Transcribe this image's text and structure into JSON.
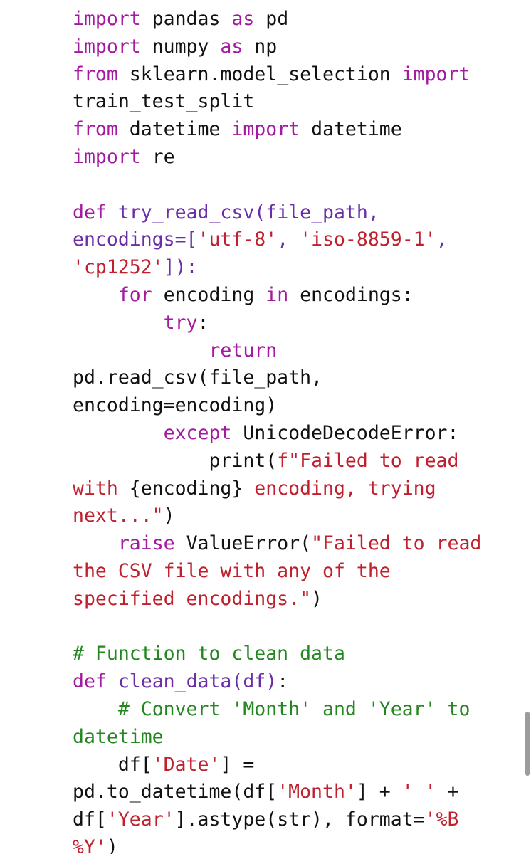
{
  "code_lines": [
    [
      {
        "t": "kw",
        "v": "import"
      },
      {
        "t": "plain",
        "v": " pandas "
      },
      {
        "t": "kw",
        "v": "as"
      },
      {
        "t": "plain",
        "v": " pd"
      }
    ],
    [
      {
        "t": "kw",
        "v": "import"
      },
      {
        "t": "plain",
        "v": " numpy "
      },
      {
        "t": "kw",
        "v": "as"
      },
      {
        "t": "plain",
        "v": " np"
      }
    ],
    [
      {
        "t": "kw",
        "v": "from"
      },
      {
        "t": "plain",
        "v": " sklearn.model_selection "
      },
      {
        "t": "kw",
        "v": "import"
      }
    ],
    [
      {
        "t": "plain",
        "v": "train_test_split"
      }
    ],
    [
      {
        "t": "kw",
        "v": "from"
      },
      {
        "t": "plain",
        "v": " datetime "
      },
      {
        "t": "kw",
        "v": "import"
      },
      {
        "t": "plain",
        "v": " datetime"
      }
    ],
    [
      {
        "t": "kw",
        "v": "import"
      },
      {
        "t": "plain",
        "v": " re"
      }
    ],
    [],
    [
      {
        "t": "kw",
        "v": "def"
      },
      {
        "t": "plain",
        "v": " "
      },
      {
        "t": "def",
        "v": "try_read_csv(file_path,"
      }
    ],
    [
      {
        "t": "def",
        "v": "encodings=["
      },
      {
        "t": "str",
        "v": "'utf-8'"
      },
      {
        "t": "def",
        "v": ", "
      },
      {
        "t": "str",
        "v": "'iso-8859-1'"
      },
      {
        "t": "def",
        "v": ","
      }
    ],
    [
      {
        "t": "str",
        "v": "'cp1252'"
      },
      {
        "t": "def",
        "v": "]):"
      }
    ],
    [
      {
        "t": "plain",
        "v": "    "
      },
      {
        "t": "kw",
        "v": "for"
      },
      {
        "t": "plain",
        "v": " encoding "
      },
      {
        "t": "kw",
        "v": "in"
      },
      {
        "t": "plain",
        "v": " encodings:"
      }
    ],
    [
      {
        "t": "plain",
        "v": "        "
      },
      {
        "t": "kw",
        "v": "try"
      },
      {
        "t": "plain",
        "v": ":"
      }
    ],
    [
      {
        "t": "plain",
        "v": "            "
      },
      {
        "t": "kw",
        "v": "return"
      }
    ],
    [
      {
        "t": "plain",
        "v": "pd.read_csv(file_path,"
      }
    ],
    [
      {
        "t": "plain",
        "v": "encoding=encoding)"
      }
    ],
    [
      {
        "t": "plain",
        "v": "        "
      },
      {
        "t": "kw",
        "v": "except"
      },
      {
        "t": "plain",
        "v": " UnicodeDecodeError:"
      }
    ],
    [
      {
        "t": "plain",
        "v": "            print("
      },
      {
        "t": "str",
        "v": "f\"Failed to read"
      }
    ],
    [
      {
        "t": "str",
        "v": "with "
      },
      {
        "t": "plain",
        "v": "{encoding}"
      },
      {
        "t": "str",
        "v": " encoding, trying"
      }
    ],
    [
      {
        "t": "str",
        "v": "next...\""
      },
      {
        "t": "plain",
        "v": ")"
      }
    ],
    [
      {
        "t": "plain",
        "v": "    "
      },
      {
        "t": "kw",
        "v": "raise"
      },
      {
        "t": "plain",
        "v": " ValueError("
      },
      {
        "t": "str",
        "v": "\"Failed to read"
      }
    ],
    [
      {
        "t": "str",
        "v": "the CSV file with any of the"
      }
    ],
    [
      {
        "t": "str",
        "v": "specified encodings.\""
      },
      {
        "t": "plain",
        "v": ")"
      }
    ],
    [],
    [
      {
        "t": "com",
        "v": "# Function to clean data"
      }
    ],
    [
      {
        "t": "kw",
        "v": "def"
      },
      {
        "t": "plain",
        "v": " "
      },
      {
        "t": "def",
        "v": "clean_data(df)"
      },
      {
        "t": "plain",
        "v": ":"
      }
    ],
    [
      {
        "t": "plain",
        "v": "    "
      },
      {
        "t": "com",
        "v": "# Convert 'Month' and 'Year' to"
      }
    ],
    [
      {
        "t": "com",
        "v": "datetime"
      }
    ],
    [
      {
        "t": "plain",
        "v": "    df["
      },
      {
        "t": "str",
        "v": "'Date'"
      },
      {
        "t": "plain",
        "v": "] ="
      }
    ],
    [
      {
        "t": "plain",
        "v": "pd.to_datetime(df["
      },
      {
        "t": "str",
        "v": "'Month'"
      },
      {
        "t": "plain",
        "v": "] + "
      },
      {
        "t": "str",
        "v": "' '"
      },
      {
        "t": "plain",
        "v": " +"
      }
    ],
    [
      {
        "t": "plain",
        "v": "df["
      },
      {
        "t": "str",
        "v": "'Year'"
      },
      {
        "t": "plain",
        "v": "].astype(str), format="
      },
      {
        "t": "str",
        "v": "'%B"
      }
    ],
    [
      {
        "t": "str",
        "v": "%Y'"
      },
      {
        "t": "plain",
        "v": ")"
      }
    ]
  ],
  "colors": {
    "keyword": "#a3199f",
    "function_def": "#6a2fa8",
    "string": "#c0202e",
    "comment": "#23861f",
    "text": "#111111",
    "background": "#ffffff"
  }
}
